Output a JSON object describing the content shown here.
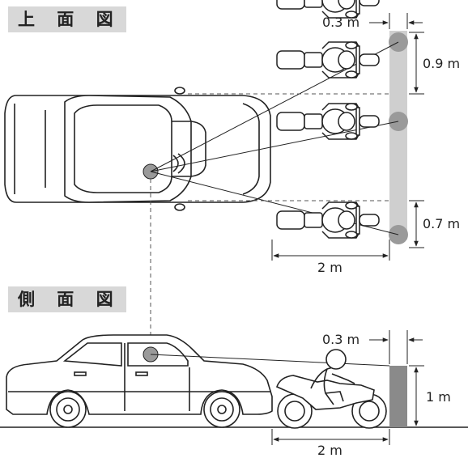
{
  "titles": {
    "top_view": "上 面 図",
    "side_view": "側 面 図"
  },
  "top_view": {
    "lateral_offset": "0.3 m",
    "upper_spacing": "0.9 m",
    "lower_spacing": "0.7 m",
    "distance": "2 m"
  },
  "side_view": {
    "lateral_offset": "0.3 m",
    "height": "1 m",
    "distance": "2 m"
  },
  "colors": {
    "marker": "#9a9a9a",
    "pole_light": "#cfcfcf",
    "pole_dark": "#8a8a8a",
    "label_bg": "#d8d8d8"
  }
}
